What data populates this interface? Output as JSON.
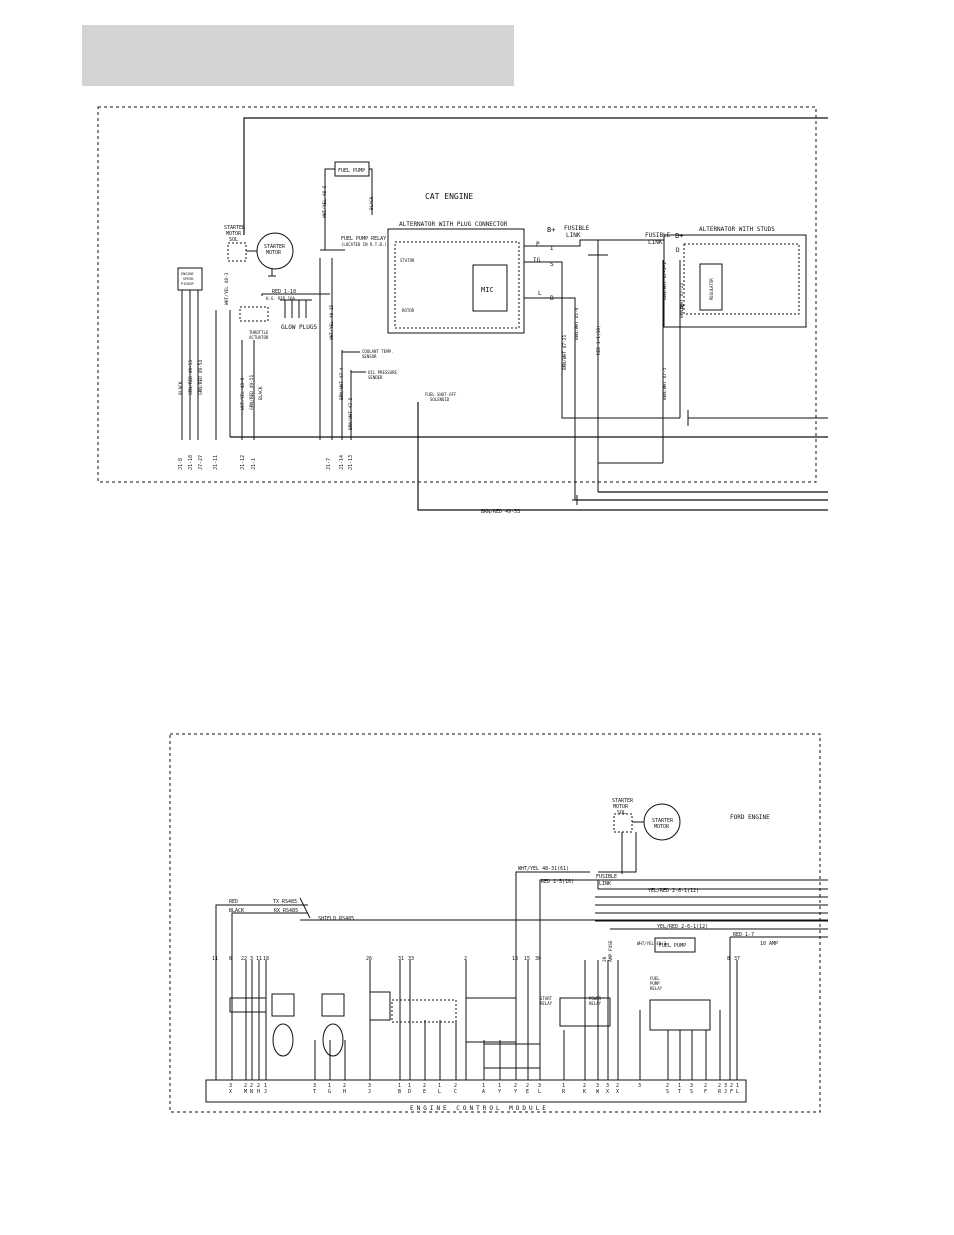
{
  "cat": {
    "title": "CAT ENGINE",
    "alt_plug": "ALTERNATOR WITH PLUG CONNECTOR",
    "alt_studs": "ALTERNATOR WITH STUDS",
    "fusible1": "FUSIBLE",
    "fusible1b": "LINK",
    "fusible2": "FUSIBLE",
    "fusible2b": "LINK",
    "bplus1": "B+",
    "bplus2": "B+",
    "term_p": "P",
    "term_i": "I",
    "term_ig": "IG",
    "term_s": "S",
    "term_l": "L",
    "term_b": "B",
    "term_d": "D",
    "term_w": "W",
    "mic": "MIC",
    "regulator": "REGULATOR",
    "stator": "STATOR",
    "rotor": "ROTOR",
    "starter_sol": [
      "STARTER",
      "MOTOR",
      "SOL"
    ],
    "starter_motor": [
      "STARTER",
      "MOTOR"
    ],
    "fuel_pump": "FUEL PUMP",
    "fuel_pump_relay": [
      "FUEL PUMP RELAY",
      "(LOCATED IN R.T.B.)"
    ],
    "glow_plugs": "GLOW PLUGS",
    "throttle": [
      "THROTTLE",
      "ACTUATOR"
    ],
    "sensor_box": [
      "ENGINE",
      "SPEED",
      "PICKUP"
    ],
    "coolant": [
      "COOLANT TEMP.",
      "SENSOR"
    ],
    "oil": [
      "OIL PRESSURE",
      "SENDER"
    ],
    "fuel_shutoff": [
      "FUEL SHUT-OFF",
      "SOLENOID"
    ],
    "red_wire": "RED 1-10",
    "hg_wire": "H.G. RED 10A",
    "brnred_bottom": "BRN/RED 49-53",
    "pins_left": [
      "J1-8",
      "J1-18",
      "J7-27",
      "J1-11",
      "J1-12",
      "J1-1",
      "J1-7",
      "J1-14",
      "J1-13"
    ],
    "wires_left": [
      "BLACK",
      "GRN/RED 49-55",
      "GRN/RED 49-54",
      "WHT/YEL 48-3",
      "WHT/YEL 48-9",
      "GRN/RED 49-51",
      "BLACK"
    ],
    "wires_mid": [
      "WHT/YEL 48-5",
      "BLACK",
      "WHT/YEL 48-15",
      "BRN/WHT 47-4",
      "BRN/WHT 47-5"
    ],
    "wires_alt": [
      "BRN/WHT 47-21",
      "BRN/WHT 41-8",
      "RED 1-1(10)",
      "BRN/WHT 47-5-1",
      "BRN/WHT 47-21",
      "BRN/WHT 47-5"
    ]
  },
  "ford": {
    "title": "FORD ENGINE",
    "ecm": "ENGINE CONTROL MODULE",
    "starter_sol": [
      "STARTER",
      "MOTOR",
      "SOL"
    ],
    "starter_motor": [
      "STARTER",
      "MOTOR"
    ],
    "fusible": [
      "FUSIBLE",
      "LINK"
    ],
    "fuel_pump": "FUEL PUMP",
    "start_relay": [
      "START",
      "RELAY"
    ],
    "power_relay": [
      "POWER",
      "RELAY"
    ],
    "fuel_relay": [
      "FUEL",
      "PUMP",
      "RELAY"
    ],
    "amp_fuse": [
      "20",
      "AMP FUSE"
    ],
    "amp10": "10 AMP",
    "wires": [
      "WHT/YEL 48-31(61)",
      "RED 1-5(10)",
      "YEL/RED 2-6-1(12)",
      "YEL/RED 2-6-1(12)",
      "RED 1-7",
      "WHT/YEL 48-3",
      "TX RS485",
      "RX RS485",
      "SHIELD RS485",
      "RED",
      "BLACK"
    ],
    "top_nums": [
      "11",
      "6",
      "22",
      "3",
      "11",
      "18",
      "26",
      "31",
      "33",
      "2",
      "13",
      "15",
      "30",
      "8",
      "37"
    ],
    "bottom_pins": [
      "3 X",
      "2 M",
      "2 N",
      "2 H",
      "1 J",
      "3 T",
      "1 G",
      "2 H",
      "3 J",
      "1 B",
      "1 D",
      "2 E",
      "1 L",
      "2 C",
      "1 A",
      "1 Y",
      "2 Y",
      "2 E",
      "3 L",
      "1 R",
      "2 K",
      "3 W",
      "3 X",
      "2 X",
      "3",
      "2 S",
      "1 T",
      "3 S",
      "2 F",
      "2 R",
      "3 J",
      "2 F",
      "1 L"
    ]
  }
}
